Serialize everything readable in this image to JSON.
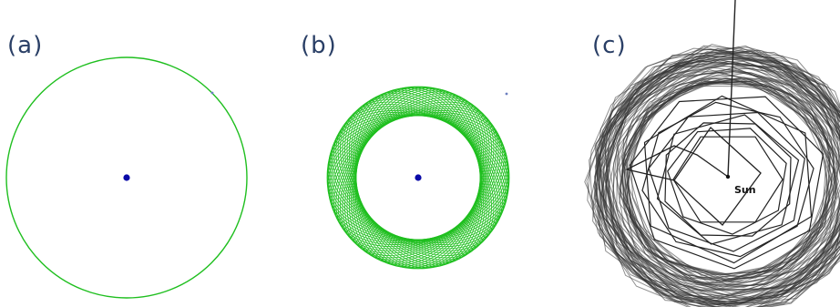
{
  "panels": [
    {
      "label": "(a)",
      "orbit": "closed-circle"
    },
    {
      "label": "(b)",
      "orbit": "precessing-rosette"
    },
    {
      "label": "(c)",
      "orbit": "chaotic-spiral"
    }
  ],
  "sun_label": "Sun",
  "colors": {
    "orbit_green": "#1fbf1f",
    "central_body": "#0a0aa8",
    "chaotic_orbit": "#333333",
    "label": "#2a3f66",
    "background": "#ffffff"
  }
}
